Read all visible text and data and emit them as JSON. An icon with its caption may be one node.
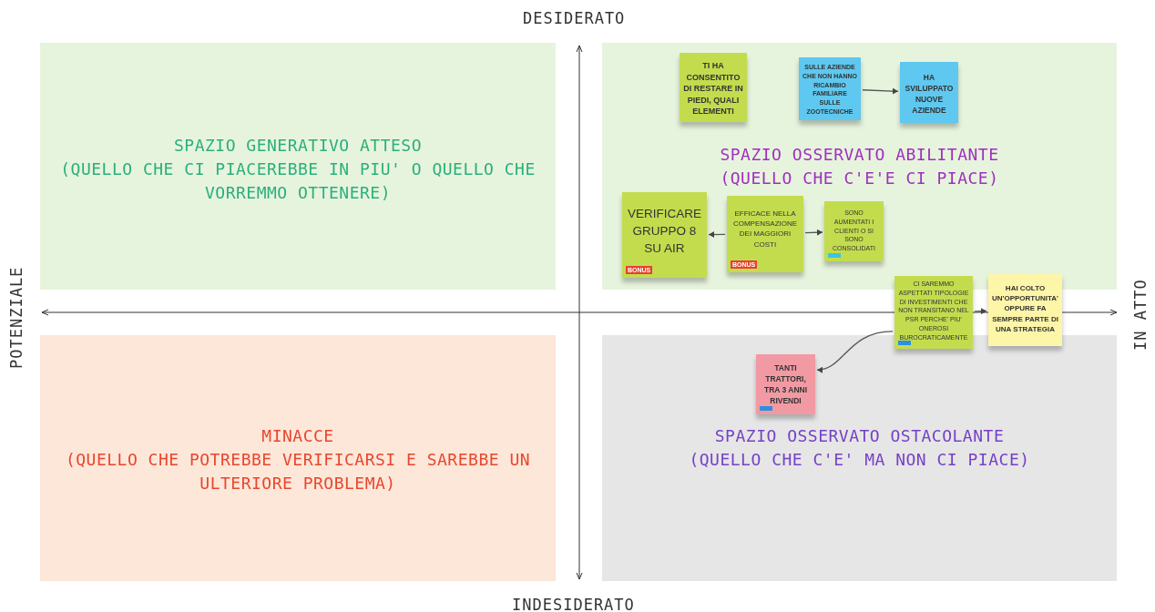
{
  "diagram": {
    "nodes": [
      {
        "text": [
          "SPAZIO GENERATIVO ATTESO",
          "(QUELLO CHE CI PIACEREBBE IN PIU' O QUELLO CHE VORREMMO OTTENERE)"
        ]
      },
      {
        "text": [
          "SPAZIO OSSERVATO ABILITANTE",
          "(QUELLO CHE C'E'E CI PIACE)"
        ]
      },
      {
        "text": [
          "MINACCE",
          "(QUELLO CHE POTREBBE VERIFICARSI E SAREBBE UN ULTERIORE PROBLEMA)"
        ]
      },
      {
        "text": [
          "SPAZIO OSSERVATO OSTACOLANTE",
          "(QUELLO CHE C'E' MA NON CI PIACE)"
        ]
      },
      {
        "text": [
          "TI HA CONSENTITO DI RESTARE IN PIEDI, QUALI ELEMENTI"
        ],
        "in": 1
      },
      {
        "text": [
          "SULLE AZIENDE CHE NON HANNO RICAMBIO FAMILIARE SULLE ZOOTECNICHE"
        ],
        "in": 1
      },
      {
        "text": [
          "HA SVILUPPATO NUOVE AZIENDE"
        ],
        "in": 1
      },
      {
        "text": [
          "VERIFICARE GRUPPO 8 SU AIR",
          "BONUS"
        ],
        "in": 1
      },
      {
        "text": [
          "EFFICACE NELLA COMPENSAZIONE DEI MAGGIORI COSTI",
          "BONUS"
        ],
        "in": 1
      },
      {
        "text": [
          "SONO AUMENTATI I CLIENTI O SI SONO CONSOLIDATI"
        ],
        "in": 1
      },
      {
        "text": [
          "CI SAREMMO ASPETTATI TIPOLOGIE DI INVESTIMENTI CHE NON TRANSITANO NEL PSR PERCHE' PIU' ONEROSI BUROCRATICAMENTE"
        ]
      },
      {
        "text": [
          "HAI COLTO UN'OPPORTUNITA' OPPURE FA SEMPRE PARTE DI UNA STRATEGIA"
        ]
      },
      {
        "text": [
          "TANTI TRATTORI, TRA 3 ANNI RIVENDI"
        ],
        "in": 3
      }
    ],
    "edges": [
      {
        "from": 5,
        "to": 6,
        "arrow": "to"
      },
      {
        "from": 8,
        "to": 7,
        "arrow": "to"
      },
      {
        "from": 8,
        "to": 9,
        "arrow": "to"
      },
      {
        "from": 10,
        "to": 12,
        "arrow": "to"
      },
      {
        "from": 10,
        "to": 11,
        "arrow": "to"
      }
    ],
    "labels": [
      "DESIDERATO",
      "POTENZIALE",
      "IN ATTO",
      "INDESIDERATO"
    ]
  }
}
